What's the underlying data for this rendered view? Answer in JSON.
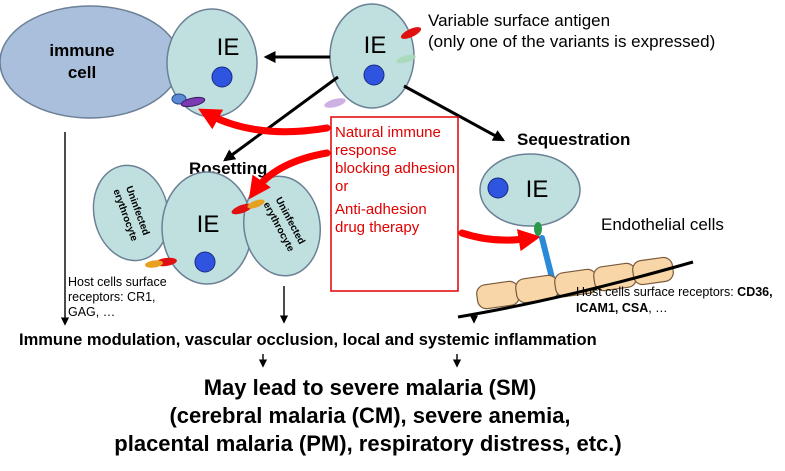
{
  "immune_cell": {
    "label_line1": "immune",
    "label_line2": "cell"
  },
  "ie_label": "IE",
  "antigen": {
    "line1": "Variable surface antigen",
    "line2": "(only one of the variants is expressed)"
  },
  "rosetting": {
    "title": "Rosetting",
    "erythrocyte_line1": "Uninfected",
    "erythrocyte_line2": "erythrocyte",
    "receptors_line1": "Host cells surface",
    "receptors_line2": "receptors: CR1,",
    "receptors_line3": "GAG, …"
  },
  "intervention": {
    "line1": "Natural immune",
    "line2": "response",
    "line3": "blocking adhesion",
    "line4": "or",
    "line5": "Anti-adhesion",
    "line6": "drug therapy"
  },
  "sequestration": {
    "title": "Sequestration",
    "endothelial": "Endothelial cells",
    "receptors_prefix": "Host cells surface receptors: ",
    "receptors_bold1": "CD36,",
    "receptors_bold2": "ICAM1, CSA",
    "receptors_suffix": ", …"
  },
  "outcome": {
    "line": "Immune modulation, vascular occlusion, local and systemic inflammation"
  },
  "severe": {
    "line1": "May lead to severe malaria (SM)",
    "line2": "(cerebral malaria (CM), severe anemia,",
    "line3": "placental malaria (PM), respiratory distress, etc.)"
  },
  "colors": {
    "cell_fill": "#bfe0de",
    "immune_fill": "#a9bfdc",
    "nucleus": "#2f55e0",
    "intervention_red": "#e00000"
  }
}
